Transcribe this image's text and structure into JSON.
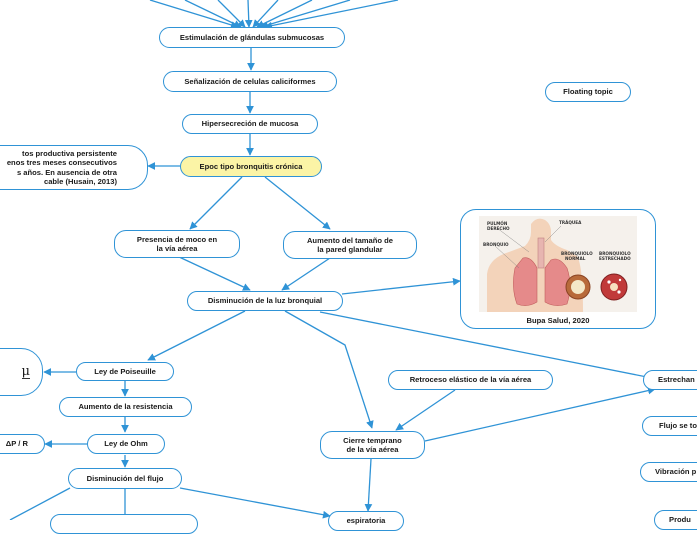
{
  "nodes": {
    "estimulacion": "Estimulación de glándulas submucosas",
    "senalizacion": "Señalización de celulas caliciformes",
    "hipersecrecion": "Hipersecreción de mucosa",
    "epoc": "Epoc tipo bronquitis crónica",
    "definicion": "tos productiva persistente\nenos tres meses consecutivos\ns años. En ausencia de otra\ncable (Husain, 2013)",
    "floating": "Floating topic",
    "presencia_moco": "Presencia de moco en\nla vía aérea",
    "aumento_pared": "Aumento del tamaño de\nla pared glandular",
    "disminucion_luz": "Disminución de la luz bronquial",
    "image_caption": "Bupa Salud, 2020",
    "formula_mu": "μ",
    "ley_poiseuille": "Ley de Poiseuille",
    "aumento_resistencia": "Aumento de la resistencia",
    "ley_ohm": "Ley de Ohm",
    "ohm_formula": "ΔP / R",
    "disminucion_flujo": "Disminución del flujo",
    "retroceso": "Retroceso elástico de la vía aérea",
    "estrechamiento": "Estrechan",
    "flujo_se": "Flujo se to",
    "vibracion": "Vibración p",
    "produ": "Produ",
    "cierre": "Cierre temprano\nde la vía aérea",
    "espiratoria": "espiratoria"
  },
  "image_labels": {
    "pulmon": "PULMÓN\nDERECHO",
    "traquea": "TRÁQUEA",
    "bronquio": "BRONQUIO",
    "normal": "BRONQUIOLO\nNORMAL",
    "estrechado": "BRONQUIOLO\nESTRECHADO"
  },
  "colors": {
    "line": "#2f93d6",
    "root_fill": "#fbf4a6"
  }
}
